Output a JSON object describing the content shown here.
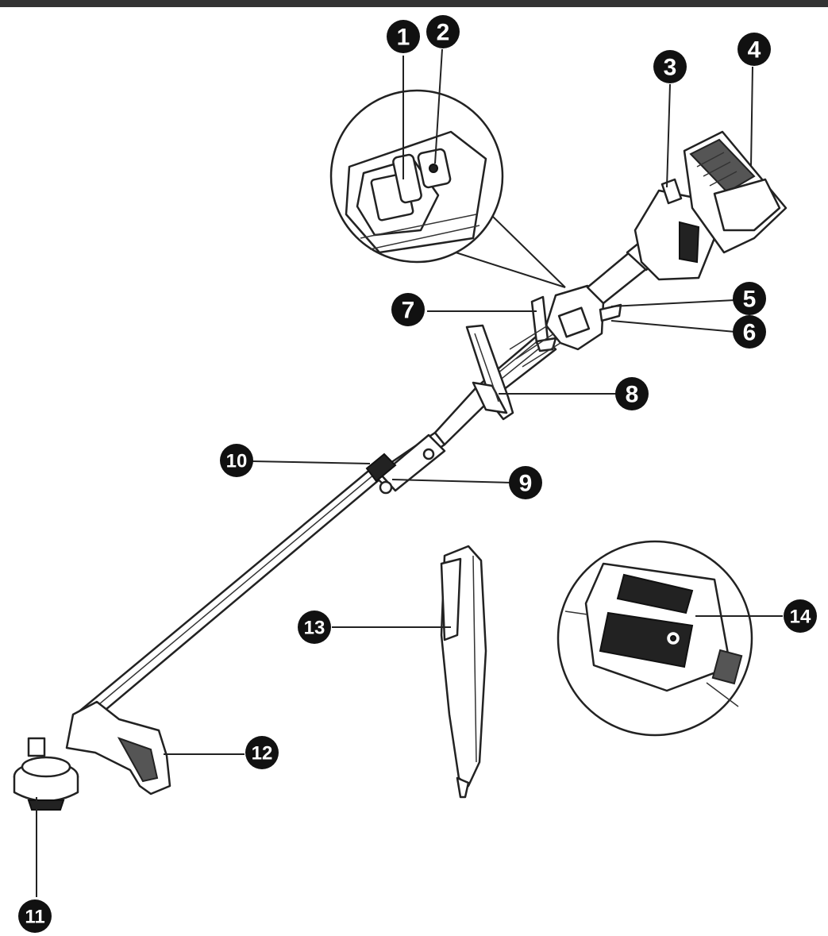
{
  "callouts": [
    {
      "id": "1",
      "label": "1"
    },
    {
      "id": "2",
      "label": "2"
    },
    {
      "id": "3",
      "label": "3"
    },
    {
      "id": "4",
      "label": "4"
    },
    {
      "id": "5",
      "label": "5"
    },
    {
      "id": "6",
      "label": "6"
    },
    {
      "id": "7",
      "label": "7"
    },
    {
      "id": "8",
      "label": "8"
    },
    {
      "id": "9",
      "label": "9"
    },
    {
      "id": "10",
      "label": "10"
    },
    {
      "id": "11",
      "label": "11"
    },
    {
      "id": "12",
      "label": "12"
    },
    {
      "id": "13",
      "label": "13"
    },
    {
      "id": "14",
      "label": "14"
    }
  ],
  "colors": {
    "callout_fill": "#111111",
    "callout_text": "#ffffff",
    "line": "#222222",
    "background": "#ffffff",
    "top_rule": "#333333"
  }
}
